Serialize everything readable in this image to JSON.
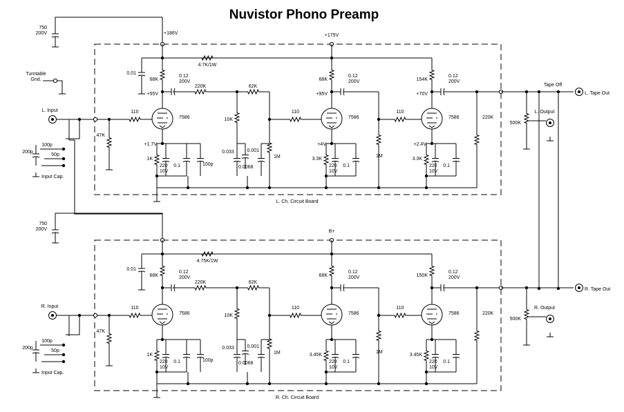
{
  "title": "Nuvistor Phono Preamp",
  "left": {
    "board": "L. Ch. Circuit Board",
    "supply_cap": [
      "750",
      "200V"
    ],
    "supply_top": "+186V",
    "supply_mid": "+175V",
    "filter_r": "4.7K/1W",
    "input": "L. Input",
    "output": "L. Output",
    "tape_out": "L. Tape Out",
    "tape_off": "Tape Off",
    "turntable": [
      "Turntable",
      "Gnd."
    ],
    "input_cap": "Input Cap.",
    "c_200p": "200p",
    "c_100p": "100p",
    "c_50p": "50p",
    "r_47k": "47K",
    "grid_r": "110",
    "c_001": "0.01",
    "plate1_r": "68K",
    "plate1_v": "+55V",
    "cpl1": [
      "0.12",
      "200V"
    ],
    "r_220k": "220K",
    "r_62k": "62K",
    "r_10k": "10K",
    "c_0033": "0.033",
    "c_00068": "0.0068",
    "c_0001": "0.001",
    "vol_1m": "1M",
    "tube": "7586",
    "cath1_v": "+1.7V",
    "cath1_r": "1K",
    "bypass": [
      "220",
      "10V"
    ],
    "c_01": "0.1",
    "plate2_r": "68K",
    "plate2_v": "+95V",
    "cpl2": [
      "0.12",
      "200V"
    ],
    "cath2_v": "+4V",
    "cath2_r": "3.3K",
    "r_1m": "1M",
    "plate3_r": "154K",
    "plate3_v": "+70V",
    "cpl3": [
      "0.12",
      "200V"
    ],
    "cath3_v": "+2.4V",
    "cath3_r": "3.3K",
    "r_220k_out": "220K",
    "pot_500k": "500K"
  },
  "right": {
    "board": "R. Ch. Circuit Board",
    "supply_cap": [
      "750",
      "200V"
    ],
    "supply_mid": "B+",
    "filter_r": "4.75K/1W",
    "input": "R. Input",
    "output": "R. Output",
    "tape_out": "R. Tape Out",
    "input_cap": "Input Cap.",
    "c_200p": "200p",
    "c_100p": "100p",
    "c_50p": "50p",
    "r_47k": "47K",
    "grid_r": "110",
    "c_001": "0.01",
    "plate1_r": "68K",
    "cpl1": [
      "0.12",
      "200V"
    ],
    "r_220k": "220K",
    "r_62k": "62K",
    "r_10k": "10K",
    "c_0033": "0.033",
    "c_00068": "0.0068",
    "c_0001": "0.001",
    "vol_1m": "1M",
    "tube": "7586",
    "cath1_r": "1K",
    "bypass": [
      "220",
      "10V"
    ],
    "c_01": "0.1",
    "plate2_r": "68K",
    "cpl2": [
      "0.12",
      "200V"
    ],
    "cath2_r": "3.45K",
    "r_1m": "1M",
    "plate3_r": "150K",
    "cpl3": [
      "0.12",
      "200V"
    ],
    "cath3_r": "3.45K",
    "r_220k_out": "220K",
    "pot_500k": "500K"
  }
}
